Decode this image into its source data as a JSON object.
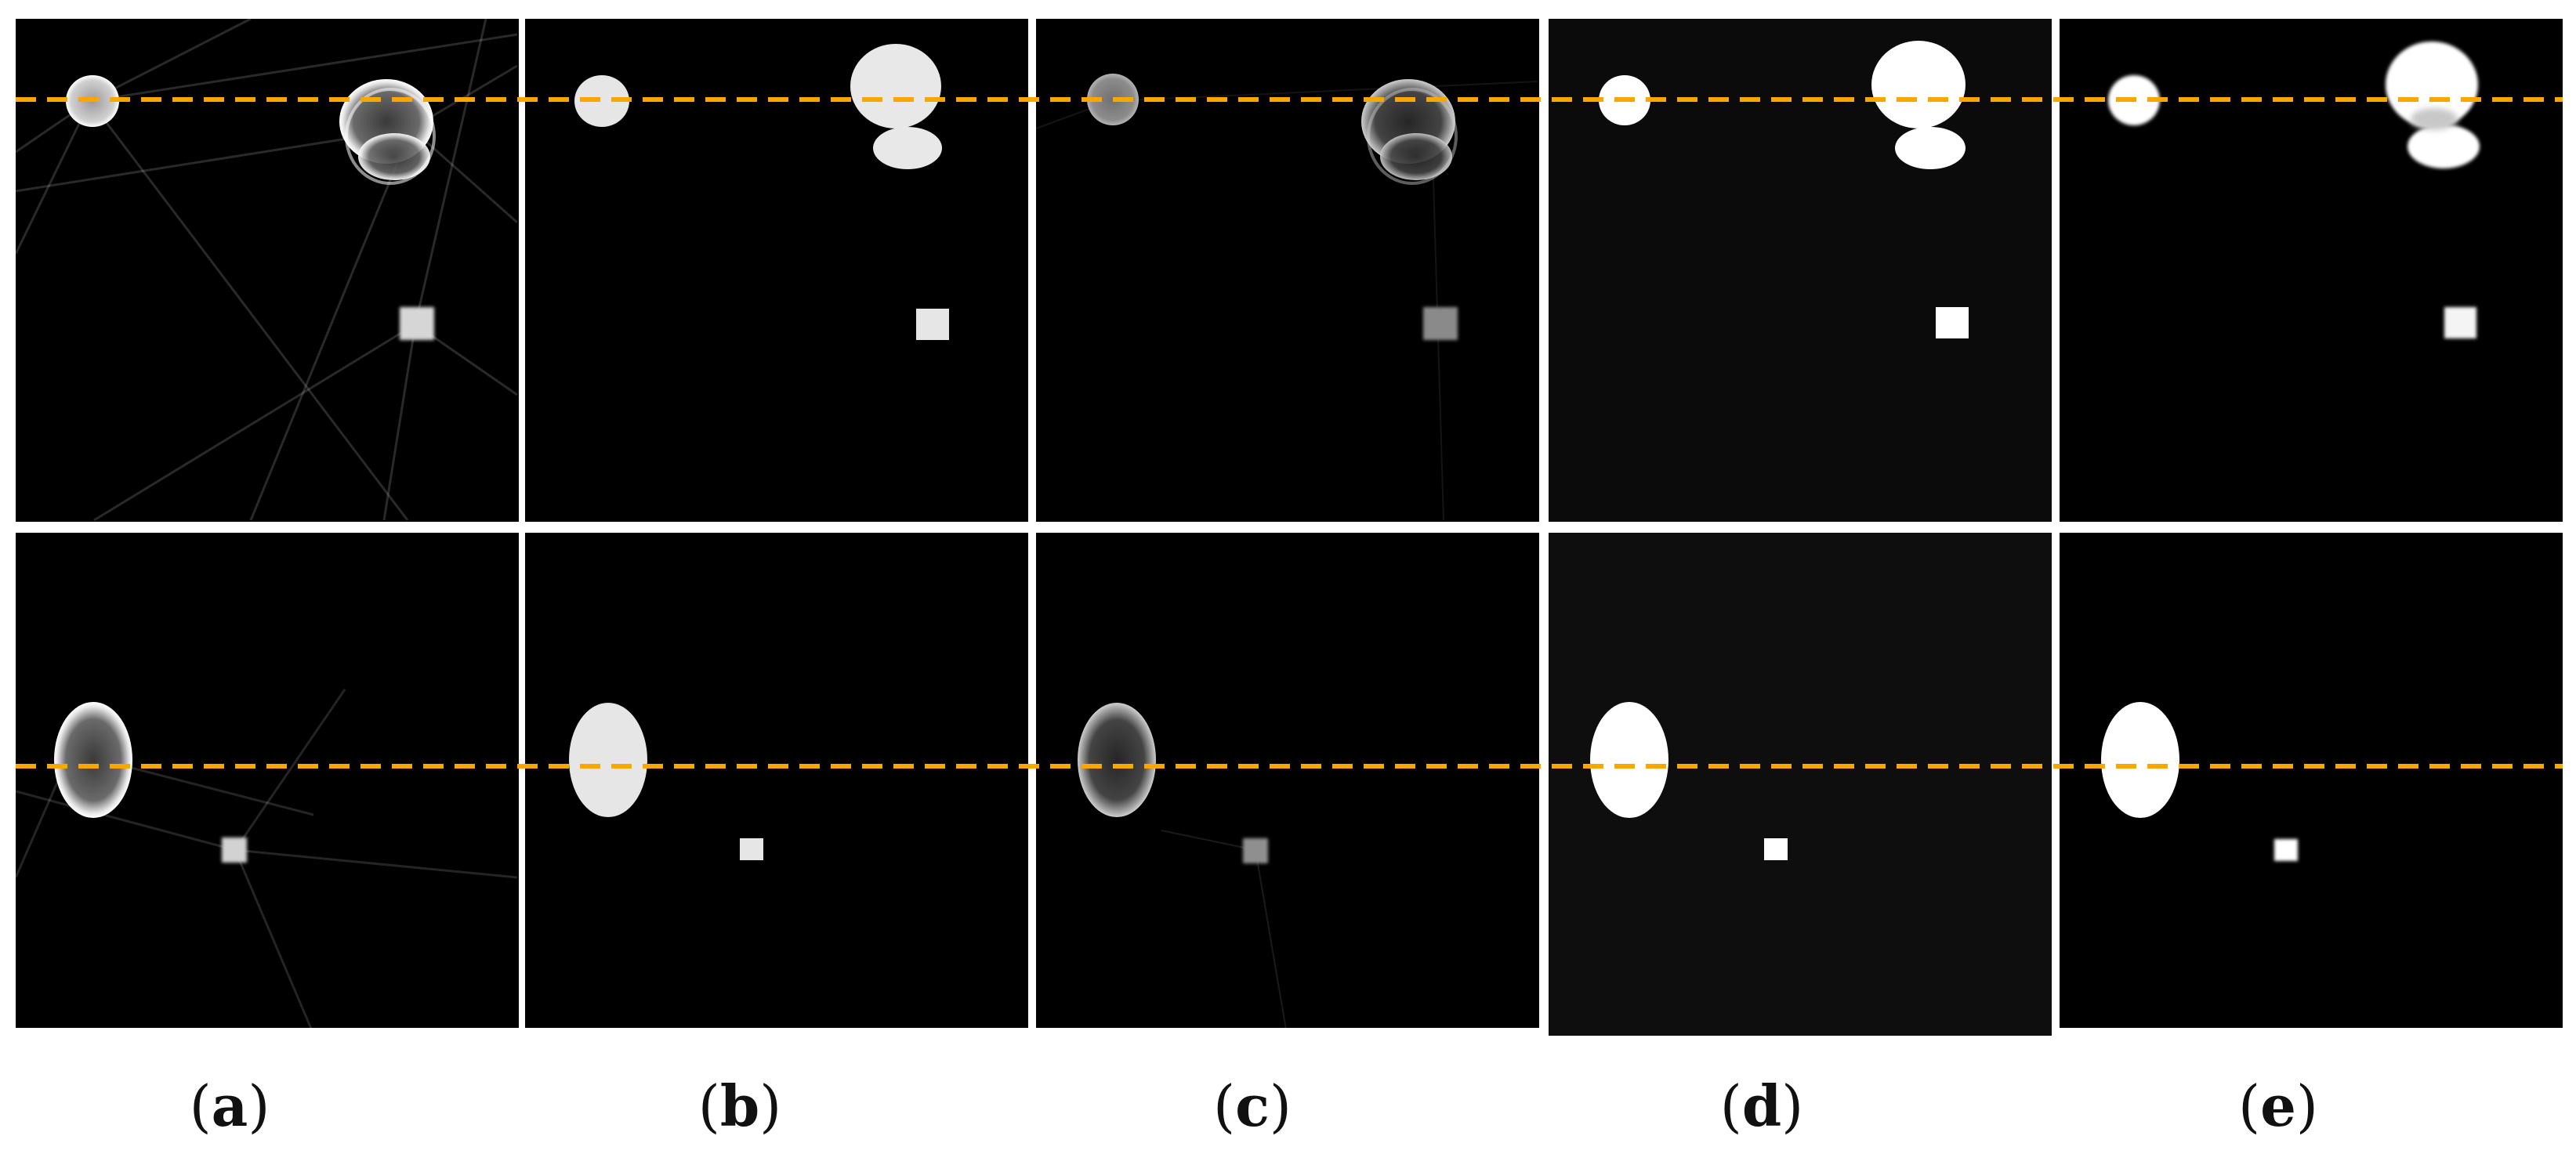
{
  "figure": {
    "colors": {
      "background": "#ffffff",
      "panel": "#000000",
      "dashed_line": "#f5a800"
    },
    "panel_labels": [
      "a",
      "b",
      "c",
      "d",
      "e"
    ]
  }
}
